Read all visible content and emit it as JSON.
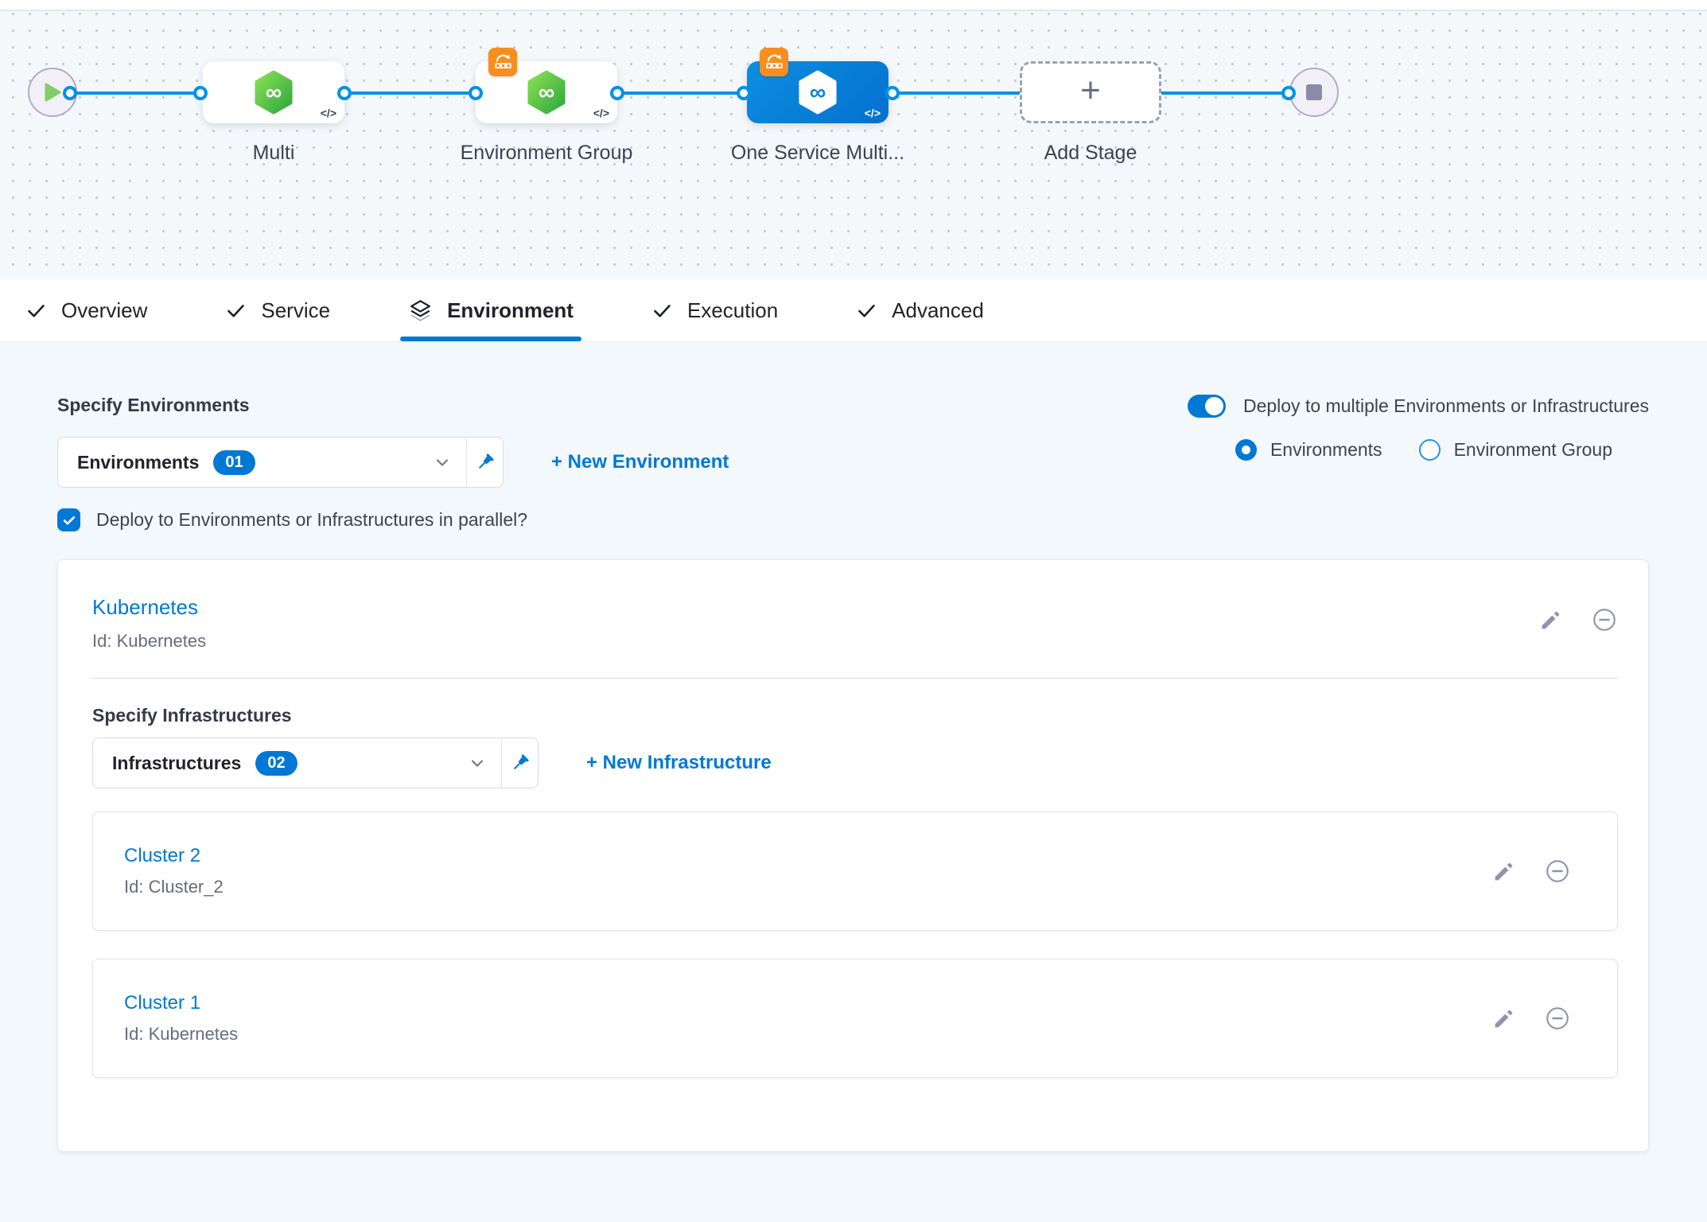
{
  "colors": {
    "accent": "#0278d5",
    "line_blue": "#0092e4",
    "node_green_1": "#8be153",
    "node_green_2": "#2ea73f",
    "badge_orange": "#f78e1e",
    "icon_gray": "#9293ab"
  },
  "pipeline": {
    "code_glyph": "</>",
    "add_stage_plus": "+",
    "nodes": [
      {
        "id": "multi",
        "label": "Multi",
        "selected": false
      },
      {
        "id": "environment-group",
        "label": "Environment Group",
        "selected": false
      },
      {
        "id": "one-service-multi",
        "label": "One Service Multi...",
        "selected": true
      },
      {
        "id": "add-stage",
        "label": "Add Stage",
        "selected": false
      }
    ]
  },
  "tabs": [
    {
      "label": "Overview",
      "icon": "check",
      "active": false
    },
    {
      "label": "Service",
      "icon": "check",
      "active": false
    },
    {
      "label": "Environment",
      "icon": "environment-layers",
      "active": true
    },
    {
      "label": "Execution",
      "icon": "check",
      "active": false
    },
    {
      "label": "Advanced",
      "icon": "check",
      "active": false
    }
  ],
  "environment_section": {
    "heading": "Specify Environments",
    "dropdown": {
      "label": "Environments",
      "count": "01"
    },
    "new_environment_link": "+ New Environment",
    "toggle_label": "Deploy to multiple Environments or Infrastructures",
    "toggle_on": true,
    "radio_environments": "Environments",
    "radio_environment_group": "Environment Group",
    "radio_selected": "Environments",
    "parallel_checkbox_label": "Deploy to Environments or Infrastructures in parallel?",
    "parallel_checkbox_checked": true
  },
  "environment_card": {
    "name": "Kubernetes",
    "id_line": "Id: Kubernetes",
    "infra_heading": "Specify Infrastructures",
    "dropdown": {
      "label": "Infrastructures",
      "count": "02"
    },
    "new_infrastructure_link": "+ New Infrastructure",
    "clusters": [
      {
        "name": "Cluster 2",
        "id_line": "Id: Cluster_2"
      },
      {
        "name": "Cluster 1",
        "id_line": "Id: Kubernetes"
      }
    ]
  }
}
